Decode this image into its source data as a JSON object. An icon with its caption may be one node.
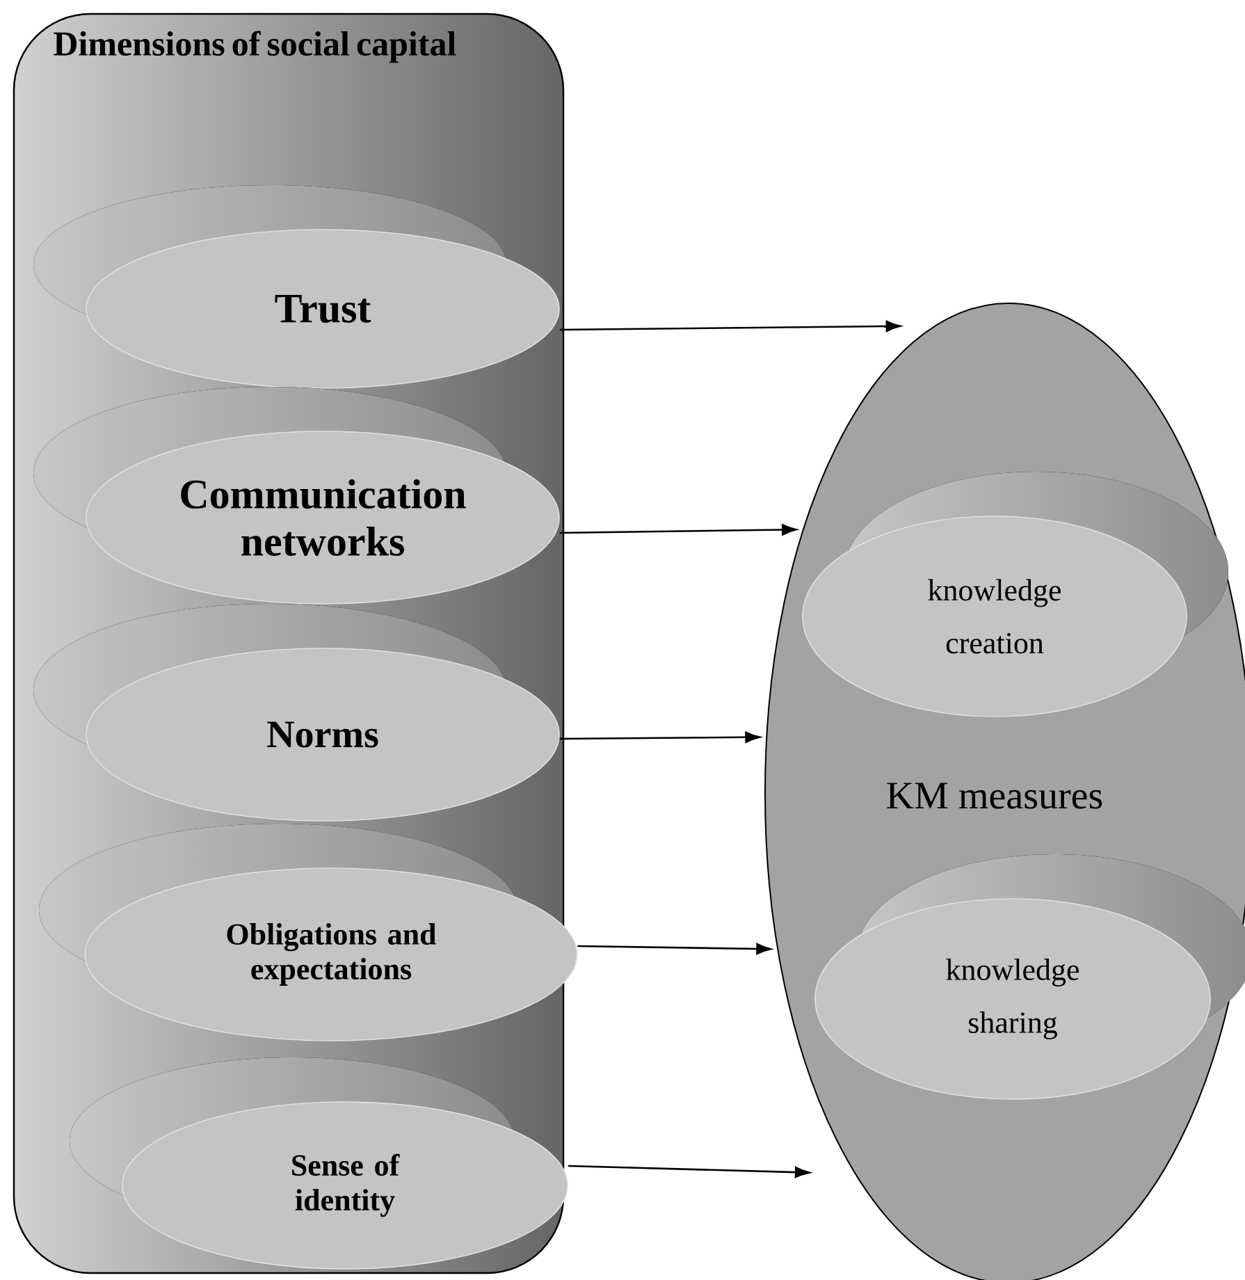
{
  "diagram": {
    "nodes": [
      {
        "text": [
          "Dimensions of social capital"
        ]
      },
      {
        "text": [
          "Trust"
        ],
        "in": 0
      },
      {
        "text": [
          "Communication networks"
        ],
        "in": 0
      },
      {
        "text": [
          "Norms"
        ],
        "in": 0
      },
      {
        "text": [
          "Obligations and expectations"
        ],
        "in": 0
      },
      {
        "text": [
          "Sense of identity"
        ],
        "in": 0
      },
      {
        "text": [
          "KM measures"
        ]
      },
      {
        "text": [
          "knowledge creation"
        ],
        "in": 6
      },
      {
        "text": [
          "knowledge sharing"
        ],
        "in": 6
      }
    ],
    "edges": [
      {
        "from": 1,
        "to": 6,
        "arrow": "to"
      },
      {
        "from": 2,
        "to": 6,
        "arrow": "to"
      },
      {
        "from": 3,
        "to": 6,
        "arrow": "to"
      },
      {
        "from": 4,
        "to": 6,
        "arrow": "to"
      },
      {
        "from": 5,
        "to": 6,
        "arrow": "to"
      }
    ]
  }
}
